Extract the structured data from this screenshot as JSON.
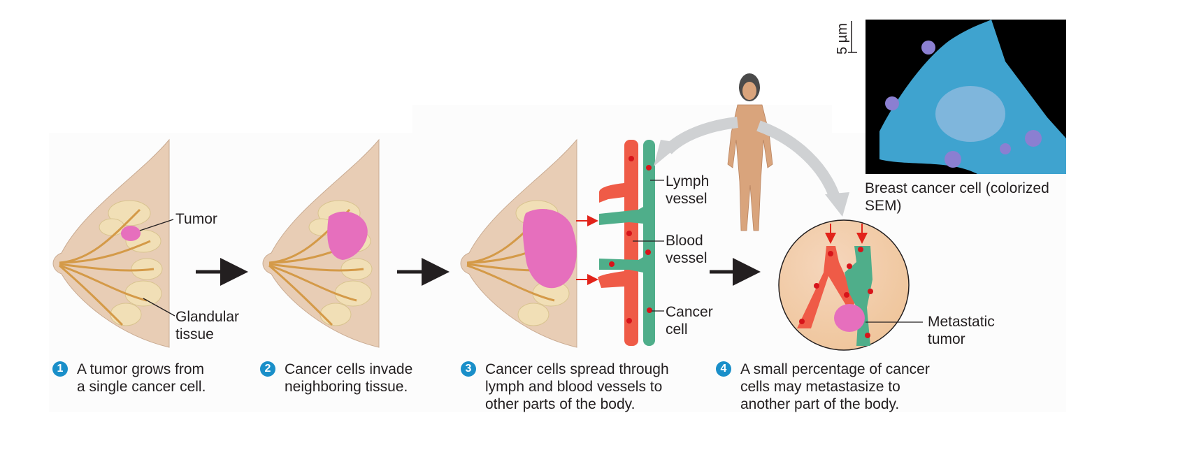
{
  "figure": {
    "labels": {
      "tumor": "Tumor",
      "glandular_tissue": "Glandular\ntissue",
      "lymph_vessel": "Lymph\nvessel",
      "blood_vessel": "Blood\nvessel",
      "cancer_cell": "Cancer\ncell",
      "metastatic_tumor": "Metastatic\ntumor",
      "scale_bar": "5 µm",
      "sem_caption": "Breast cancer cell (colorized\nSEM)"
    },
    "steps": [
      {
        "number": "1",
        "text": "A tumor grows from\na single cancer cell."
      },
      {
        "number": "2",
        "text": "Cancer cells invade\nneighboring tissue."
      },
      {
        "number": "3",
        "text": "Cancer cells spread through\nlymph and blood vessels to\nother parts of the body."
      },
      {
        "number": "4",
        "text": "A small percentage of cancer\ncells may metastasize to\nanother part of the body."
      }
    ],
    "colors": {
      "badge": "#1a8fc9",
      "skin": "#e8cdb5",
      "gland": "#f1dfb6",
      "duct": "#d49a48",
      "tumor": "#e66fbd",
      "blood_vessel": "#ef5b47",
      "lymph_vessel": "#4fae8a",
      "cancer_cell": "#d7141a",
      "arrow": "#231f20",
      "curved_arrow": "#cfd1d3",
      "sem_cell": "#3fa3cf"
    }
  }
}
